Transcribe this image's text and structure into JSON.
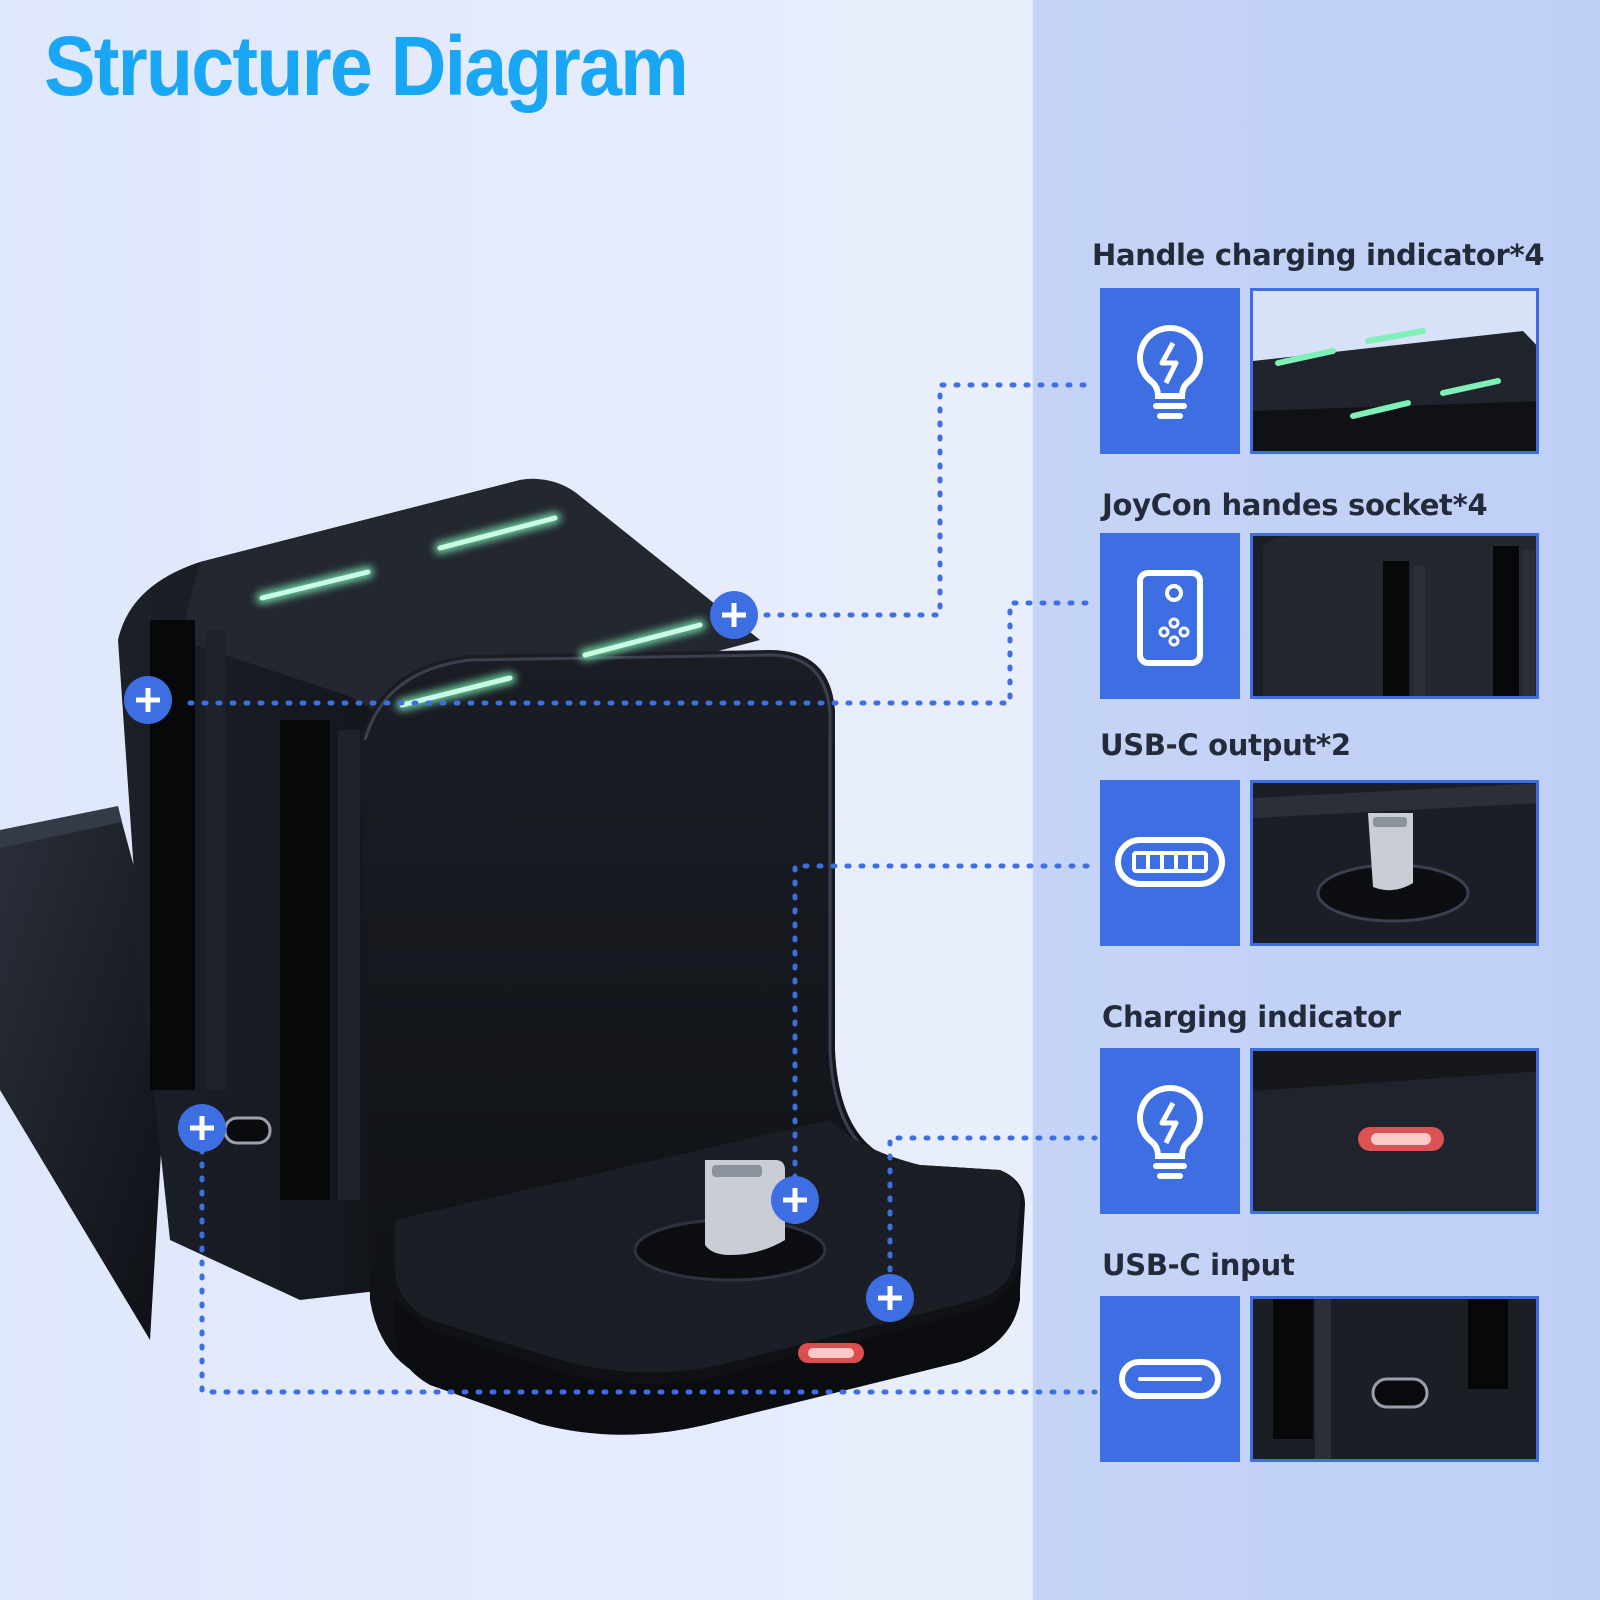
{
  "title": "Structure Diagram",
  "features": [
    {
      "label": "Handle charging indicator*4",
      "icon": "lightbulb-icon"
    },
    {
      "label": "JoyCon handes socket*4",
      "icon": "joycon-icon"
    },
    {
      "label": "USB-C output*2",
      "icon": "usb-c-port-icon"
    },
    {
      "label": "Charging indicator",
      "icon": "lightbulb-icon"
    },
    {
      "label": "USB-C input",
      "icon": "usb-c-port-icon"
    }
  ],
  "colors": {
    "accent": "#3d6fe3",
    "title": "#19a7f5",
    "indicator_green": "#7ef0b8",
    "indicator_red": "#ff6b6b",
    "device": "#15171b"
  }
}
